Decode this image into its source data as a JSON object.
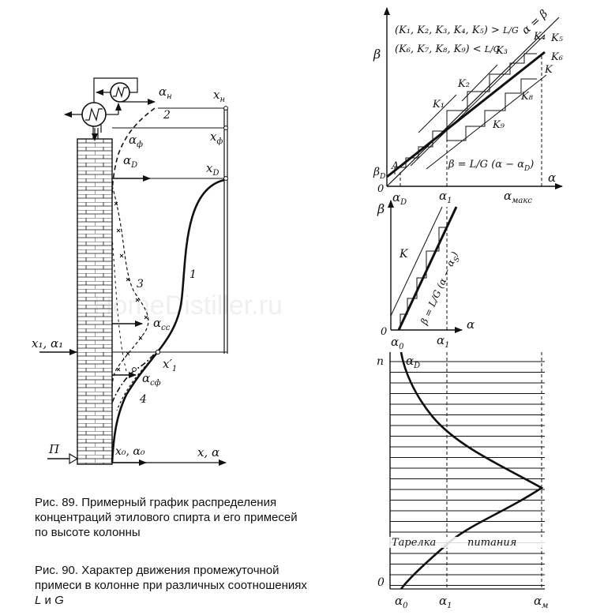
{
  "figure89": {
    "labels": {
      "alpha_n": "α",
      "alpha_n_sub": "н",
      "x_n": "x",
      "x_n_sub": "н",
      "alpha_f": "α",
      "alpha_f_sub": "ф",
      "x_f": "x",
      "x_f_sub": "ф",
      "alpha_d": "α",
      "alpha_d_sub": "D",
      "x_d": "x",
      "x_d_sub": "D",
      "alpha_cc": "α",
      "alpha_cc_sub": "cc",
      "alpha_cf": "α",
      "alpha_cf_sub": "сф",
      "x1_prime": "x′",
      "x1_prime_sub": "1",
      "feed": "x₁, α₁",
      "bottom": "x₀, α₀",
      "axis": "x, α",
      "steam": "П",
      "curve1": "1",
      "curve2": "2",
      "curve3": "3",
      "curve4": "4"
    }
  },
  "figure90": {
    "top": {
      "cond1": "(K₁, K₂, K₃, K₄, K₅) >",
      "cond1_frac": "L/G",
      "cond2": "(K₆, K₇, K₈, K₉) <",
      "cond2_frac": "L/G",
      "diag": "α = β",
      "beta": "β",
      "alpha": "α",
      "origin": "0",
      "beta_d": "β",
      "beta_d_sub": "D",
      "point_a": "A",
      "eq": "β = L/G (α − α",
      "eq_sub": "D",
      "eq_end": ")",
      "tick_ad": "α",
      "tick_ad_sub": "D",
      "tick_a1": "α",
      "tick_a1_sub": "1",
      "tick_amax": "α",
      "tick_amax_sub": "макс",
      "k_labels": [
        "K₁",
        "K₂",
        "K₃",
        "K₄",
        "K₅",
        "K₆",
        "K",
        "K₈",
        "K₉"
      ]
    },
    "middle": {
      "beta": "β",
      "alpha": "α",
      "origin": "0",
      "k": "K",
      "eq": "β = L/G (α − α",
      "eq_sub": "S",
      "eq_end": ")",
      "tick_a0": "α",
      "tick_a0_sub": "0",
      "tick_a1": "α",
      "tick_a1_sub": "1"
    },
    "bottom": {
      "n": "n",
      "zero": "0",
      "alpha_d": "α",
      "alpha_d_sub": "D",
      "feed_plate_1": "Тарелка",
      "feed_plate_2": "питания",
      "tick_a0": "α",
      "tick_a0_sub": "0",
      "tick_a1": "α",
      "tick_a1_sub": "1",
      "tick_am": "α",
      "tick_am_sub": "м"
    }
  },
  "captions": {
    "fig89": "Рис. 89. Примерный график распределения концентраций этилового спирта и его примесей по высоте колонны",
    "fig90_prefix": "Рис. 90. Характер движения промежуточной примеси в колонне при различных соотношениях ",
    "fig90_L": "L",
    "fig90_and": " и ",
    "fig90_G": "G"
  },
  "watermark": "HomeDistiller.ru"
}
